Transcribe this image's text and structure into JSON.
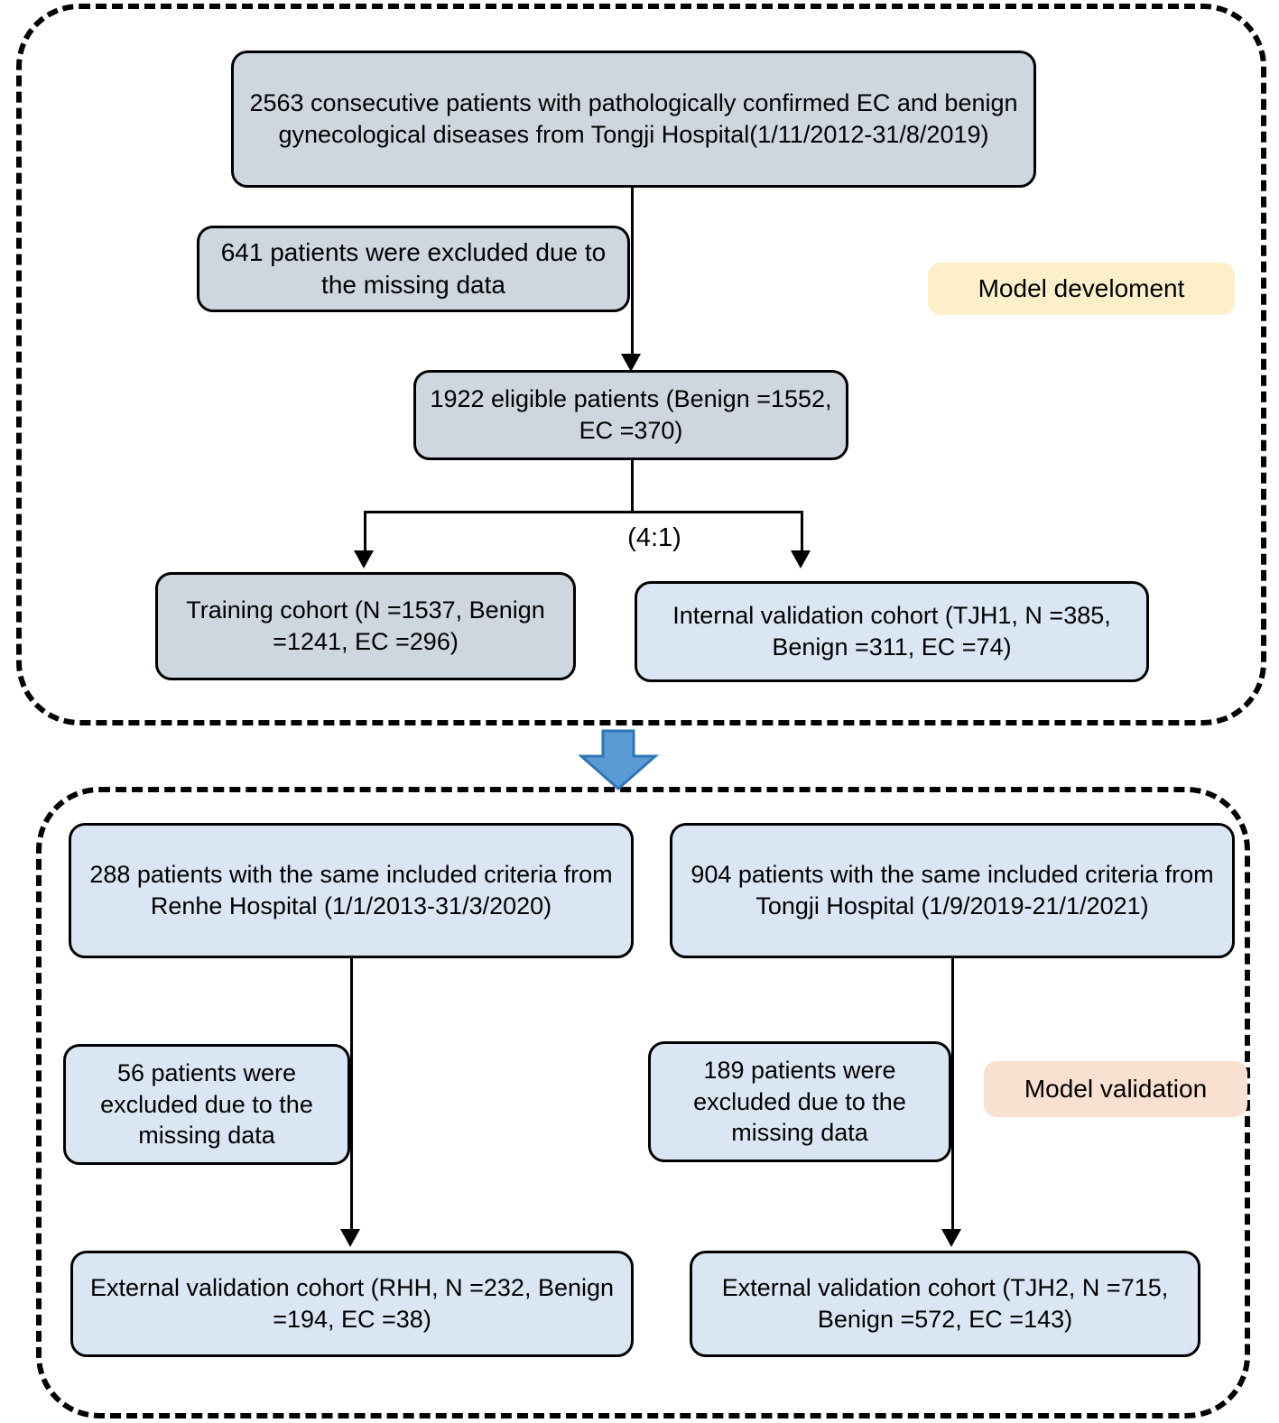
{
  "diagram": {
    "title": "Patient selection flowchart for model development and validation",
    "type": "flowchart",
    "colors": {
      "gray_node_fill": "#ced6df",
      "blue_node_fill": "#dbe6f4",
      "node_border": "#000000",
      "development_tag_fill": "#fcefca",
      "validation_tag_fill": "#fae0d0",
      "section_arrow_fill": "#5b9bd5",
      "section_arrow_stroke": "#2e75b6",
      "panel_border": "#000000"
    }
  },
  "development": {
    "tag_label": "Model develoment",
    "source_box": "2563 consecutive patients with pathologically confirmed EC and benign gynecological diseases from Tongji Hospital(1/11/2012-31/8/2019)",
    "excluded_box": "641 patients were excluded due to the missing data",
    "eligible_box": "1922 eligible patients (Benign =1552, EC =370)",
    "split_ratio_label": "(4:1)",
    "training_cohort_box": "Training cohort (N =1537, Benign =1241, EC =296)",
    "internal_validation_box": "Internal validation cohort (TJH1, N =385, Benign =311, EC =74)"
  },
  "validation": {
    "tag_label": "Model validation",
    "left_branch": {
      "source_box": "288 patients with the same included criteria from Renhe Hospital (1/1/2013-31/3/2020)",
      "excluded_box": "56 patients were excluded due to the missing data",
      "cohort_box": "External validation cohort (RHH, N =232, Benign =194, EC =38)"
    },
    "right_branch": {
      "source_box": "904 patients with the same included criteria from Tongji Hospital (1/9/2019-21/1/2021)",
      "excluded_box": "189 patients were excluded due to the missing data",
      "cohort_box": "External validation cohort (TJH2, N =715, Benign =572, EC =143)"
    }
  },
  "chart_data": {
    "type": "table",
    "title": "Patient selection flowchart",
    "stages": [
      {
        "stage": "Consecutive patients screened (Tongji Hospital, 1/11/2012-31/8/2019)",
        "n": 2563
      },
      {
        "stage": "Excluded due to missing data",
        "n": 641
      },
      {
        "stage": "Eligible patients",
        "n": 1922,
        "benign": 1552,
        "ec": 370
      },
      {
        "stage": "Training cohort",
        "n": 1537,
        "benign": 1241,
        "ec": 296
      },
      {
        "stage": "Internal validation cohort (TJH1)",
        "n": 385,
        "benign": 311,
        "ec": 74
      },
      {
        "stage": "Screened at Renhe Hospital (1/1/2013-31/3/2020)",
        "n": 288
      },
      {
        "stage": "Excluded due to missing data (Renhe)",
        "n": 56
      },
      {
        "stage": "External validation cohort (RHH)",
        "n": 232,
        "benign": 194,
        "ec": 38
      },
      {
        "stage": "Screened at Tongji Hospital (1/9/2019-21/1/2021)",
        "n": 904
      },
      {
        "stage": "Excluded due to missing data (Tongji 2)",
        "n": 189
      },
      {
        "stage": "External validation cohort (TJH2)",
        "n": 715,
        "benign": 572,
        "ec": 143
      }
    ],
    "split_ratio": "4:1",
    "xlabel": "",
    "ylabel": ""
  }
}
